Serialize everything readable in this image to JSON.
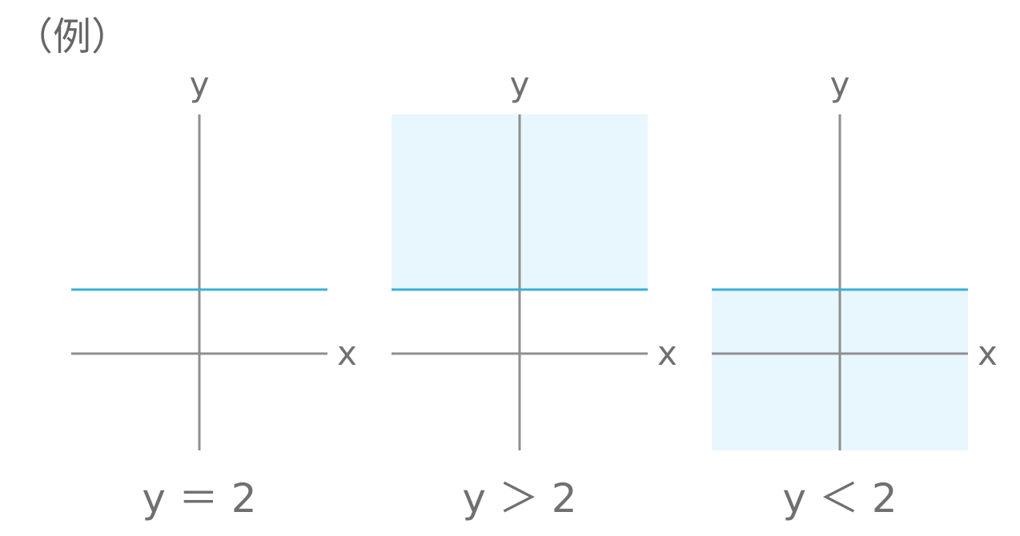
{
  "heading": "（例）",
  "colors": {
    "axis": "#8f8f8f",
    "boundary_line": "#3aafd9",
    "region_fill": "#e8f7fd",
    "text": "#707070"
  },
  "panels": [
    {
      "axis_x_label": "x",
      "axis_y_label": "y",
      "caption": "y ＝ 2",
      "shaded_region": "none"
    },
    {
      "axis_x_label": "x",
      "axis_y_label": "y",
      "caption": "y ＞ 2",
      "shaded_region": "above"
    },
    {
      "axis_x_label": "x",
      "axis_y_label": "y",
      "caption": "y ＜ 2",
      "shaded_region": "below"
    }
  ]
}
